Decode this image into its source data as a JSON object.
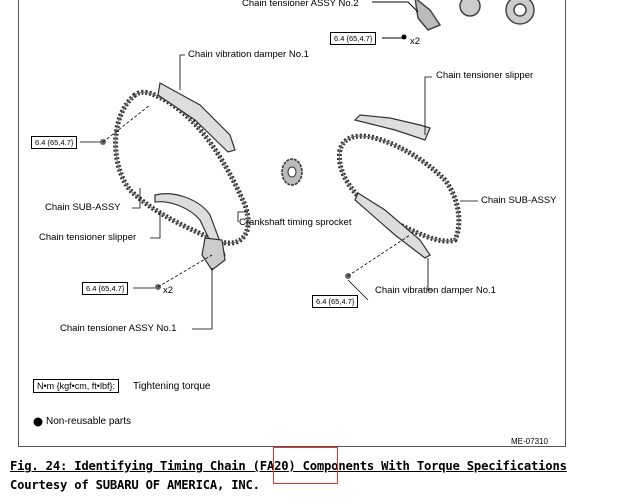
{
  "diagram": {
    "labels": {
      "tensioner_assy_no2": "Chain tensioner ASSY No.2",
      "vibration_damper_no1_left": "Chain vibration damper No.1",
      "tensioner_slipper_right": "Chain tensioner slipper",
      "sub_assy_left": "Chain SUB-ASSY",
      "sub_assy_right": "Chain SUB-ASSY",
      "tensioner_slipper_left": "Chain tensioner slipper",
      "crankshaft_sprocket": "Crankshaft timing sprocket",
      "vibration_damper_no1_right": "Chain vibration damper No.1",
      "tensioner_assy_no1": "Chain tensioner ASSY No.1"
    },
    "torque_values": {
      "top": "6.4 {65,4.7}",
      "left": "6.4 {65,4.7}",
      "lower_left": "6.4 {65,4.7}",
      "lower_right": "6.4 {65,4.7}"
    },
    "quantities": {
      "top": "x2",
      "lower_left": "x2"
    },
    "legend": {
      "unit": "N•m {kgf•cm, ft•lbf}:",
      "unit_desc": "Tightening torque",
      "non_reusable": "Non-reusable parts"
    },
    "figure_id": "ME-07310"
  },
  "caption": {
    "line1": "Fig. 24: Identifying Timing Chain (FA20) Components With Torque Specifications",
    "line2": "Courtesy of SUBARU OF AMERICA, INC."
  },
  "colors": {
    "highlight": "#e53935"
  }
}
